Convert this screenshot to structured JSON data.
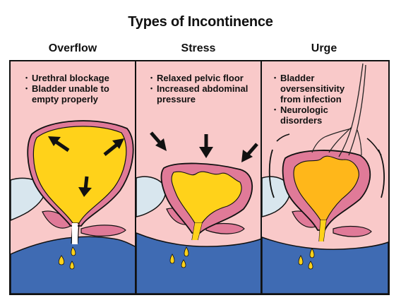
{
  "title": "Types of Incontinence",
  "panels": [
    {
      "name": "Overflow",
      "bullets": [
        "Urethral blockage",
        "Bladder unable to empty properly"
      ]
    },
    {
      "name": "Stress",
      "bullets": [
        "Relaxed pelvic floor",
        "Increased abdominal pressure"
      ]
    },
    {
      "name": "Urge",
      "bullets": [
        "Bladder oversensitivity from infection",
        "Neurologic disorders"
      ]
    }
  ],
  "colors": {
    "background": "#f9c9c9",
    "bladder_wall": "#e07a98",
    "urine": "#ffd21a",
    "floor": "#3f6bb3",
    "outline": "#111111"
  }
}
